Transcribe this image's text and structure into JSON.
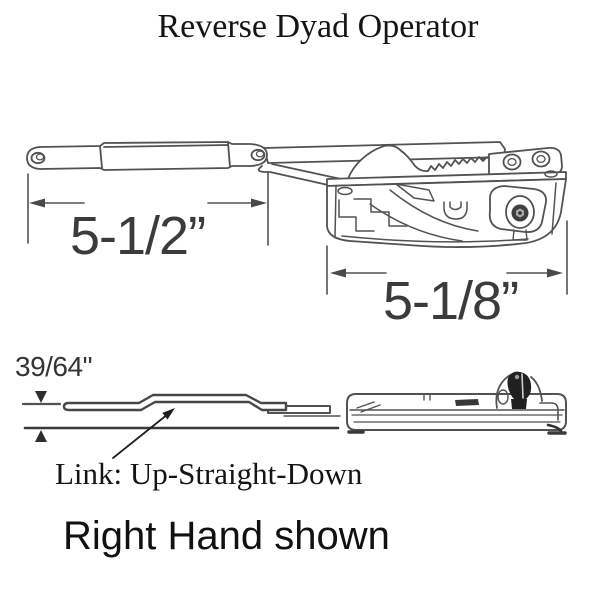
{
  "title": "Reverse Dyad Operator",
  "top_view": {
    "arm_dimension": "5-1/2”",
    "body_dimension": "5-1/8”"
  },
  "side_view": {
    "link_height_dimension": "39/64\"",
    "link_annotation": "Link: Up-Straight-Down"
  },
  "footer_note": "Right Hand shown",
  "colors": {
    "background": "#ffffff",
    "line": "#525252",
    "dark_fill": "#2e2e2e",
    "title_text": "#151515",
    "dimension_text": "#3b3b3b"
  }
}
